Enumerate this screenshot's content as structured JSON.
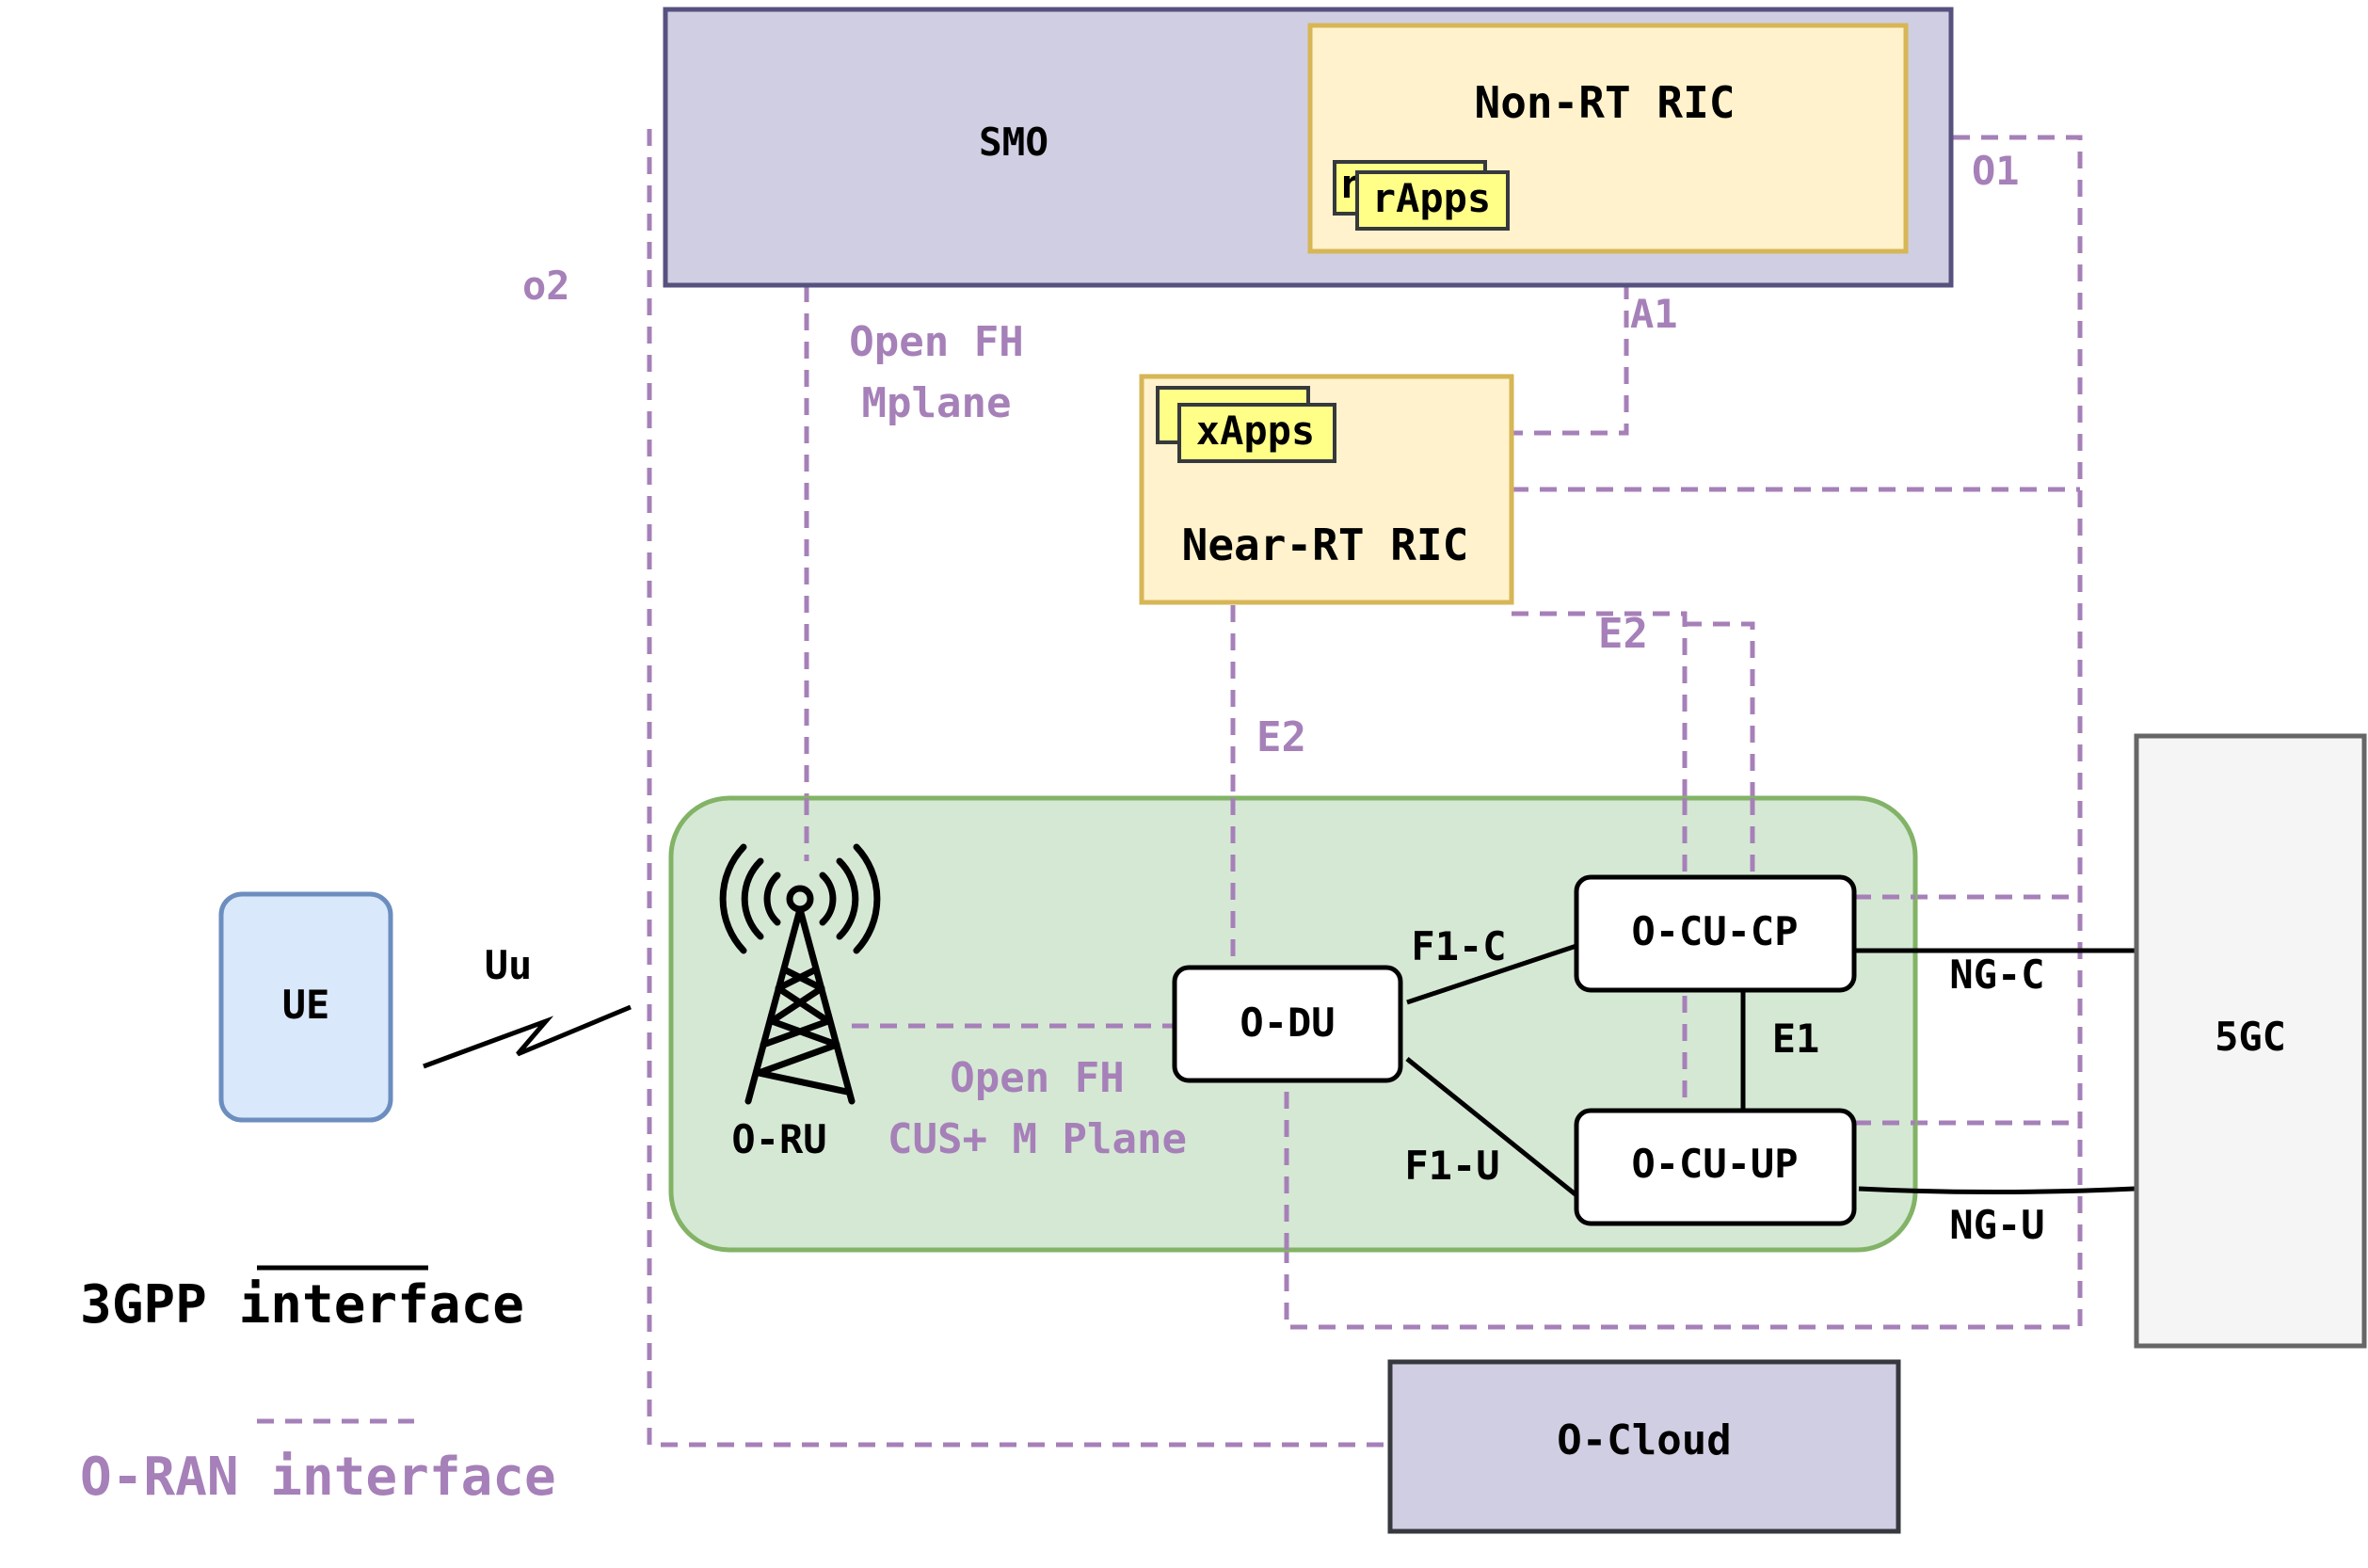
{
  "nodes": {
    "smo": "SMO",
    "non_rt_ric": "Non-RT RIC",
    "rapps_back": "r",
    "rapps": "rApps",
    "near_rt_ric": "Near-RT RIC",
    "xapps_back": "",
    "xapps": "xApps",
    "ue": "UE",
    "o_ru": "O-RU",
    "o_du": "O-DU",
    "o_cu_cp": "O-CU-CP",
    "o_cu_up": "O-CU-UP",
    "core": "5GC",
    "o_cloud": "O-Cloud"
  },
  "interfaces": {
    "o1": "O1",
    "o2": "o2",
    "a1": "A1",
    "open_fh_mplane_1": "Open FH",
    "open_fh_mplane_2": "Mplane",
    "e2_du": "E2",
    "e2_cu": "E2",
    "uu": "Uu",
    "f1c": "F1-C",
    "f1u": "F1-U",
    "e1": "E1",
    "ngc": "NG-C",
    "ngu": "NG-U",
    "open_fh_cus_1": "Open FH",
    "open_fh_cus_2": "CUS+ M Plane"
  },
  "legend": {
    "gpp": "3GPP interface",
    "oran": "O-RAN interface"
  },
  "colors": {
    "smo_fill": "#d0cee2",
    "smo_stroke": "#56517e",
    "ric_fill": "#fff2cc",
    "ric_stroke": "#d6b656",
    "app_fill": "#ffff88",
    "app_stroke": "#36393d",
    "ran_fill": "#d5e8d4",
    "ran_stroke": "#82b366",
    "ue_fill": "#dae8fc",
    "ue_stroke": "#6c8ebf",
    "core_fill": "#f5f5f5",
    "core_stroke": "#666666",
    "oran_line": "#a680b8"
  }
}
